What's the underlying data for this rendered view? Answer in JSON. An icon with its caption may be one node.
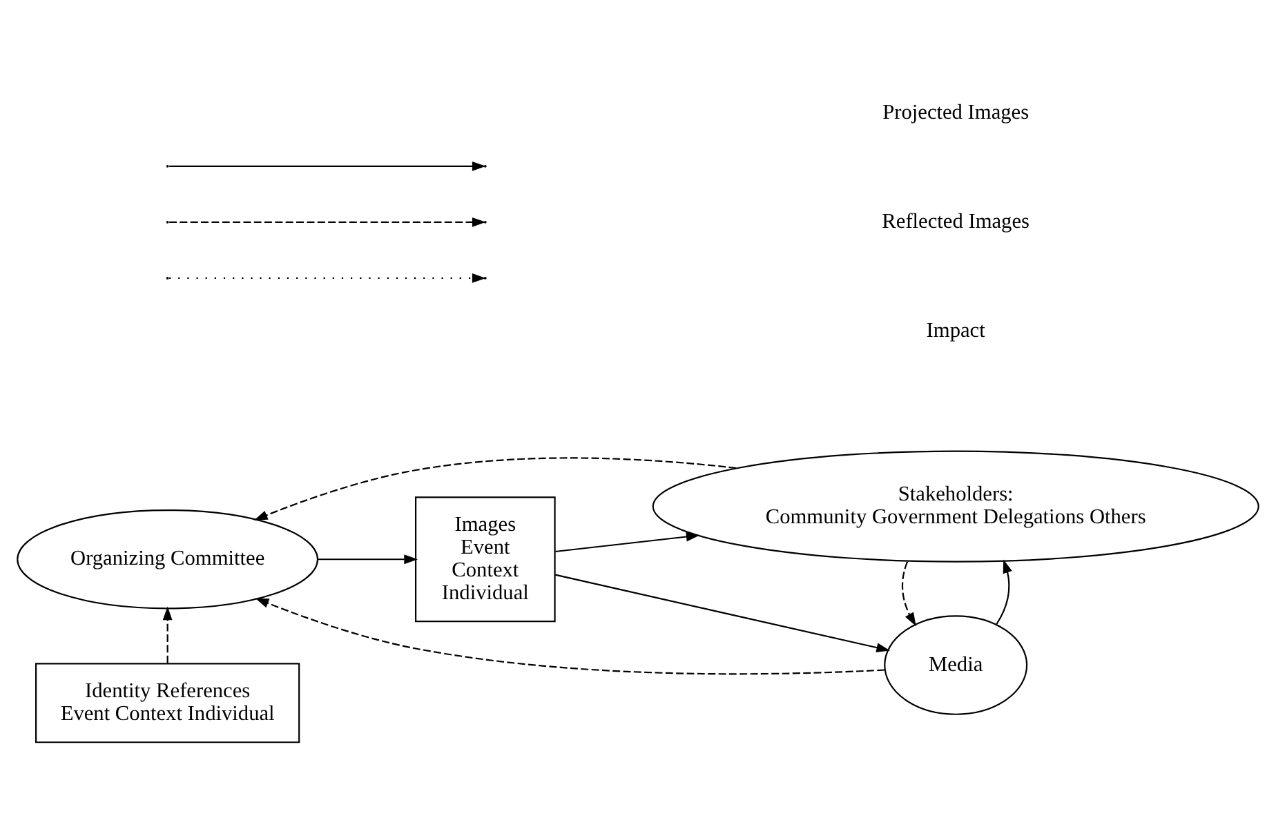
{
  "diagram": {
    "nodes": [
      {
        "text": [
          "Organizing Committee"
        ]
      },
      {
        "text": [
          "Images",
          "Event",
          "Context",
          "Individual"
        ]
      },
      {
        "text": [
          "Media"
        ]
      },
      {
        "text": [
          "Identity References",
          "Event Context Individual"
        ]
      },
      {
        "text": [
          "Stakeholders:",
          "Community Government Delegations Others"
        ]
      }
    ],
    "edges": [
      {
        "from": 0,
        "to": 1,
        "arrow": "to"
      },
      {
        "from": 1,
        "to": 2,
        "arrow": "to"
      },
      {
        "from": 1,
        "to": 4,
        "arrow": "to"
      },
      {
        "from": 2,
        "to": 4,
        "arrow": "to"
      },
      {
        "from": 3,
        "to": 0,
        "arrow": "to",
        "style": "dashed"
      },
      {
        "from": 2,
        "to": 0,
        "arrow": "to",
        "style": "dashed"
      },
      {
        "from": 4,
        "to": 0,
        "arrow": "to",
        "style": "dashed"
      },
      {
        "from": 4,
        "to": 2,
        "arrow": "to",
        "style": "dashed"
      }
    ],
    "legend": [
      {
        "text": "Projected Images"
      },
      {
        "text": "Reflected Images"
      },
      {
        "text": "Impact"
      }
    ]
  }
}
